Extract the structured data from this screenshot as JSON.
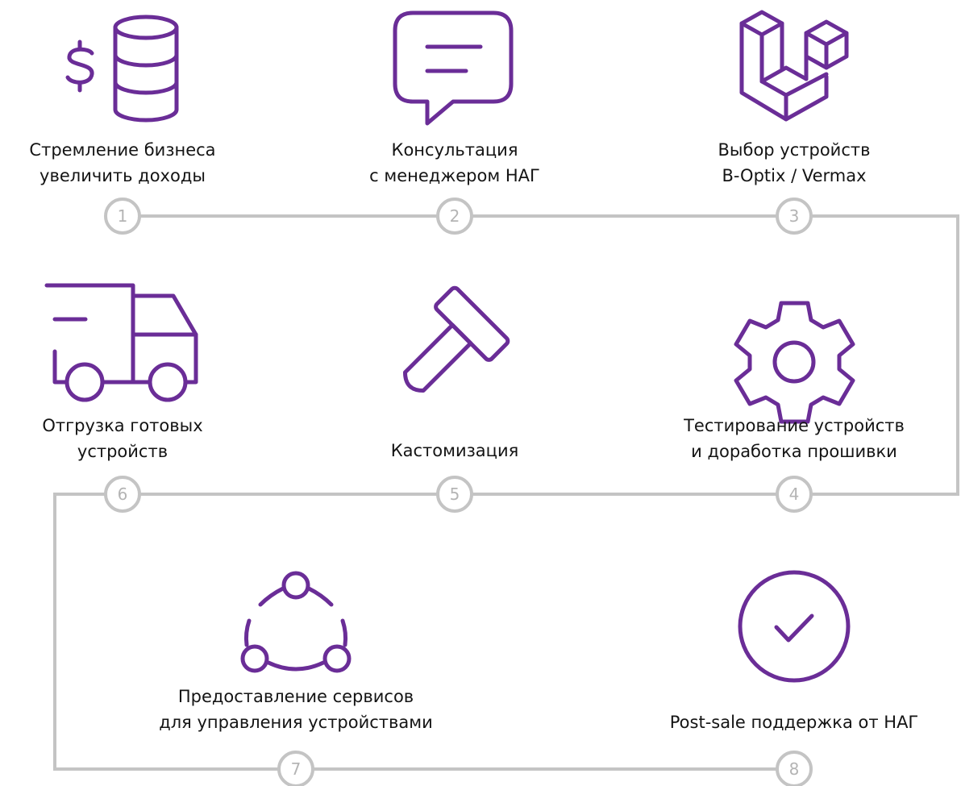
{
  "colors": {
    "accent": "#6a2d97",
    "connector": "#c4c4c4",
    "text": "#141414"
  },
  "steps": [
    {
      "number": "1",
      "icon": "dollar-database-icon",
      "lines": [
        "Стремление бизнеса",
        "увеличить доходы"
      ]
    },
    {
      "number": "2",
      "icon": "chat-bubble-icon",
      "lines": [
        "Консультация",
        "с менеджером НАГ"
      ]
    },
    {
      "number": "3",
      "icon": "laravel-blocks-icon",
      "lines": [
        "Выбор устройств",
        "B-Optix / Vermax"
      ]
    },
    {
      "number": "4",
      "icon": "gear-icon",
      "lines": [
        "Тестирование устройств",
        "и доработка прошивки"
      ]
    },
    {
      "number": "5",
      "icon": "hammer-icon",
      "lines": [
        "Кастомизация"
      ]
    },
    {
      "number": "6",
      "icon": "delivery-truck-icon",
      "lines": [
        "Отгрузка готовых",
        "устройств"
      ]
    },
    {
      "number": "7",
      "icon": "network-nodes-icon",
      "lines": [
        "Предоставление сервисов",
        "для управления устройствами"
      ]
    },
    {
      "number": "8",
      "icon": "check-circle-icon",
      "lines": [
        "Post-sale поддержка от НАГ"
      ]
    }
  ]
}
